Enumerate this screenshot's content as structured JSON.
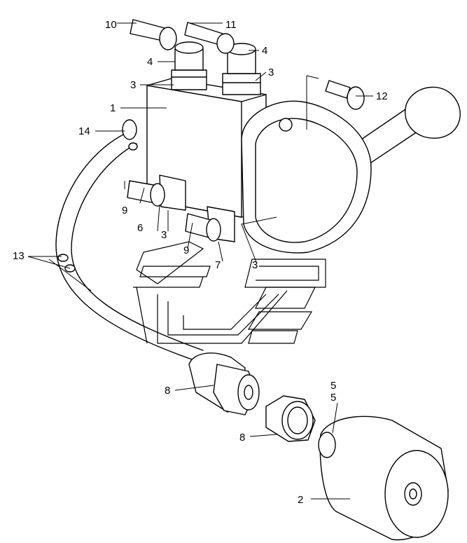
{
  "diagram": {
    "callouts": [
      {
        "id": "c1",
        "text": "1"
      },
      {
        "id": "c2",
        "text": "2"
      },
      {
        "id": "c3a",
        "text": "3"
      },
      {
        "id": "c3b",
        "text": "3"
      },
      {
        "id": "c3c",
        "text": "3"
      },
      {
        "id": "c3d",
        "text": "3"
      },
      {
        "id": "c4a",
        "text": "4"
      },
      {
        "id": "c4b",
        "text": "4"
      },
      {
        "id": "c5a",
        "text": "5"
      },
      {
        "id": "c5b",
        "text": "5"
      },
      {
        "id": "c6",
        "text": "6"
      },
      {
        "id": "c7",
        "text": "7"
      },
      {
        "id": "c8a",
        "text": "8"
      },
      {
        "id": "c8b",
        "text": "8"
      },
      {
        "id": "c9a",
        "text": "9"
      },
      {
        "id": "c9b",
        "text": "9"
      },
      {
        "id": "c10",
        "text": "10"
      },
      {
        "id": "c11",
        "text": "11"
      },
      {
        "id": "c12",
        "text": "12"
      },
      {
        "id": "c13",
        "text": "13"
      },
      {
        "id": "c14",
        "text": "14"
      }
    ],
    "parts": [
      "valve-body",
      "hand-lever",
      "lever-knob",
      "hose",
      "reservoir-cap",
      "union-nut",
      "hose-fitting",
      "screw"
    ]
  }
}
